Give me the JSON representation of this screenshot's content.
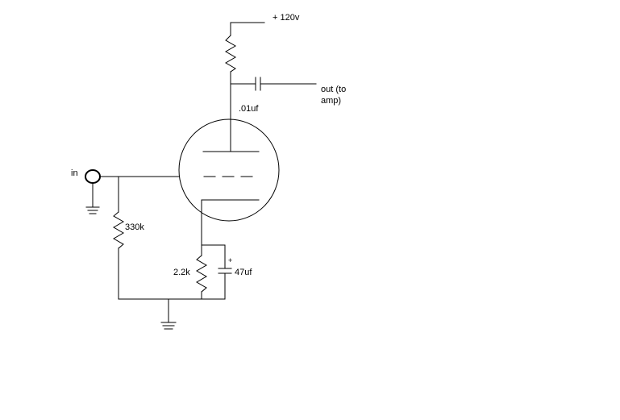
{
  "labels": {
    "supply": "+ 120v",
    "output_line1": "out (to",
    "output_line2": "amp)",
    "coupling_cap": ".01uf",
    "input": "in",
    "grid_resistor": "330k",
    "cathode_resistor": "2.2k",
    "cathode_cap": "47uf",
    "cap_polarity": "+"
  }
}
